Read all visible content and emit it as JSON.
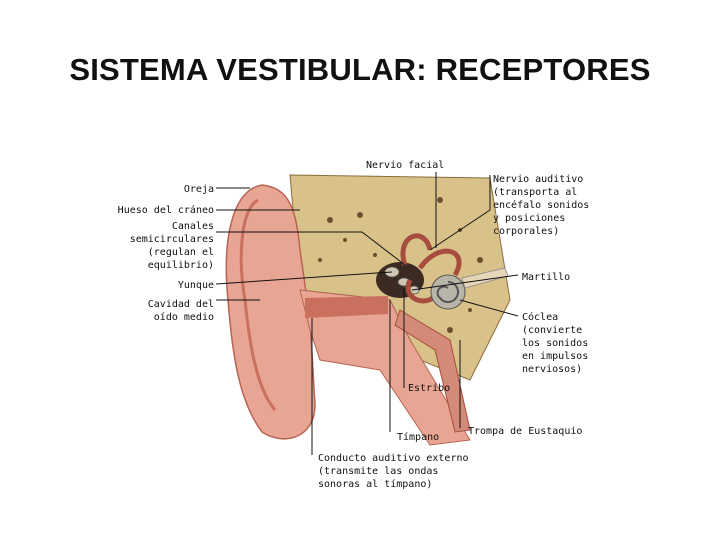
{
  "title": "SISTEMA VESTIBULAR: RECEPTORES",
  "labels": {
    "nervio_facial": "Nervio facial",
    "oreja": "Oreja",
    "hueso_craneo": "Hueso del cráneo",
    "canales": "Canales\nsemicirculares\n(regulan el\nequilibrio)",
    "yunque": "Yunque",
    "cavidad": "Cavidad del\noído medio",
    "nervio_auditivo": "Nervio auditivo\n(transporta al\nencéfalo sonidos\ny posiciones\ncorporales)",
    "martillo": "Martillo",
    "coclea": "Cóclea\n(convierte\nlos sonidos\nen impulsos\nnerviosos)",
    "estribo": "Estribo",
    "timpano": "Tímpano",
    "trompa": "Trompa de Eustaquio",
    "conducto": "Conducto auditivo externo\n(transmite las ondas\nsonoras al tímpano)"
  },
  "colors": {
    "skin": "#e8a594",
    "skin_dark": "#c9705e",
    "bone": "#d9c28a",
    "cochlea": "#b9b4a8",
    "canal": "#a74d3d"
  }
}
